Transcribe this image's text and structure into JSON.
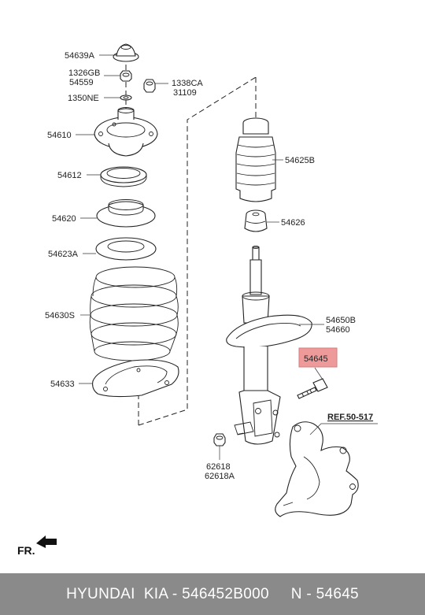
{
  "labels": {
    "p54639A": "54639A",
    "p1326GB": "1326GB",
    "p54559": "54559",
    "p1338CA": "1338CA",
    "p31109": "31109",
    "p1350NE": "1350NE",
    "p54610": "54610",
    "p54612": "54612",
    "p54620": "54620",
    "p54623A": "54623A",
    "p54630S": "54630S",
    "p54633": "54633",
    "p54625B": "54625B",
    "p54626": "54626",
    "p54650B": "54650B",
    "p54660": "54660",
    "p54645": "54645",
    "ref": "REF.50-517",
    "p62618": "62618",
    "p62618A": "62618A",
    "fr": "FR."
  },
  "footer": {
    "brand": "HYUNDAI  KIA - 546452B000",
    "part": "N - 54645"
  },
  "colors": {
    "highlight_fill": "#ef9a9a",
    "highlight_stroke": "#d77a7a",
    "footer_bg": "#8a8a8a"
  }
}
